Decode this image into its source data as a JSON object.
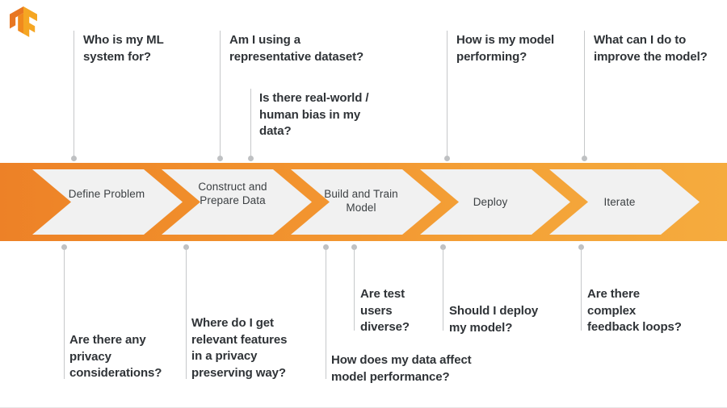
{
  "logo": {
    "name": "tensorflow-logo",
    "colors": {
      "light": "#F5A623",
      "mid": "#F08A1D",
      "dark": "#E87722"
    }
  },
  "theme": {
    "band_gradient_start": "#ED8127",
    "band_gradient_end": "#F5AB3E",
    "chevron_fill": "#F1F1F1",
    "text_dark": "#2F3337",
    "stage_text": "#3C4043",
    "leader_line": "#C6C8CA",
    "leader_dot": "#BFC1C3"
  },
  "pipeline": {
    "name": "ml-workflow-band",
    "stages": [
      {
        "id": "define-problem",
        "label": "Define\nProblem"
      },
      {
        "id": "construct-prepare-data",
        "label": "Construct\nand Prepare\nData"
      },
      {
        "id": "build-train-model",
        "label": "Build and\nTrain Model"
      },
      {
        "id": "deploy",
        "label": "Deploy"
      },
      {
        "id": "iterate",
        "label": "Iterate"
      }
    ]
  },
  "callouts_top": [
    {
      "id": "who-is-my-ml-system-for",
      "text": "Who is my ML\nsystem for?"
    },
    {
      "id": "representative-dataset",
      "text": "Am I using a\nrepresentative dataset?"
    },
    {
      "id": "real-world-human-bias",
      "text": "Is there real-world /\nhuman bias in my\ndata?"
    },
    {
      "id": "how-is-my-model-performing",
      "text": "How is my model\nperforming?"
    },
    {
      "id": "improve-the-model",
      "text": "What can I do to\nimprove the model?"
    }
  ],
  "callouts_bottom": [
    {
      "id": "privacy-considerations",
      "text": "Are there any\nprivacy\nconsiderations?"
    },
    {
      "id": "relevant-features-privacy",
      "text": "Where do I get\nrelevant features\nin a privacy\npreserving way?"
    },
    {
      "id": "data-affect-performance",
      "text": "How does my data affect\nmodel performance?"
    },
    {
      "id": "test-users-diverse",
      "text": "Are test\nusers\ndiverse?"
    },
    {
      "id": "should-i-deploy",
      "text": "Should I deploy\nmy model?"
    },
    {
      "id": "complex-feedback-loops",
      "text": "Are there\ncomplex\nfeedback loops?"
    }
  ]
}
